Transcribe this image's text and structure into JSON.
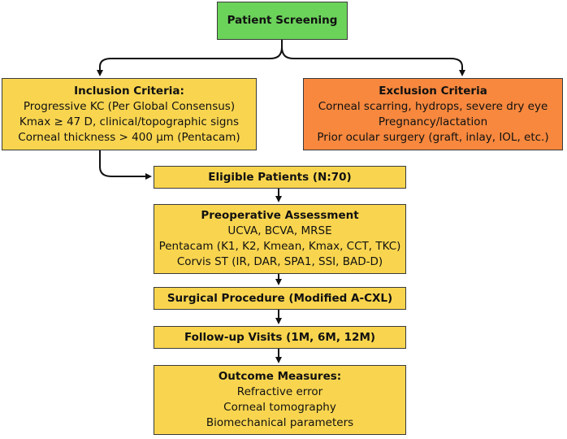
{
  "screening": {
    "title": "Patient Screening"
  },
  "inclusion": {
    "title": "Inclusion Criteria:",
    "items": [
      "Progressive KC (Per Global Consensus)",
      "Kmax ≥ 47 D, clinical/topographic signs",
      "Corneal thickness > 400 μm (Pentacam)"
    ]
  },
  "exclusion": {
    "title": "Exclusion Criteria",
    "items": [
      "Corneal scarring, hydrops, severe dry eye",
      "Pregnancy/lactation",
      "Prior ocular surgery (graft, inlay, IOL, etc.)"
    ]
  },
  "eligible": {
    "title": "Eligible Patients (N:70)"
  },
  "preop": {
    "title": "Preoperative Assessment",
    "items": [
      "UCVA, BCVA, MRSE",
      "Pentacam (K1, K2, Kmean, Kmax, CCT, TKC)",
      "Corvis ST (IR, DAR, SPA1, SSI, BAD-D)"
    ]
  },
  "surgery": {
    "title": "Surgical Procedure (Modified A-CXL)"
  },
  "followup": {
    "title": "Follow-up Visits (1M, 6M, 12M)"
  },
  "outcomes": {
    "title": "Outcome Measures:",
    "items": [
      "Refractive error",
      "Corneal tomography",
      "Biomechanical parameters"
    ]
  },
  "colors": {
    "screening": "#6bd25a",
    "inclusion": "#f9d54f",
    "exclusion": "#f7883e",
    "flow": "#f9d54f"
  }
}
